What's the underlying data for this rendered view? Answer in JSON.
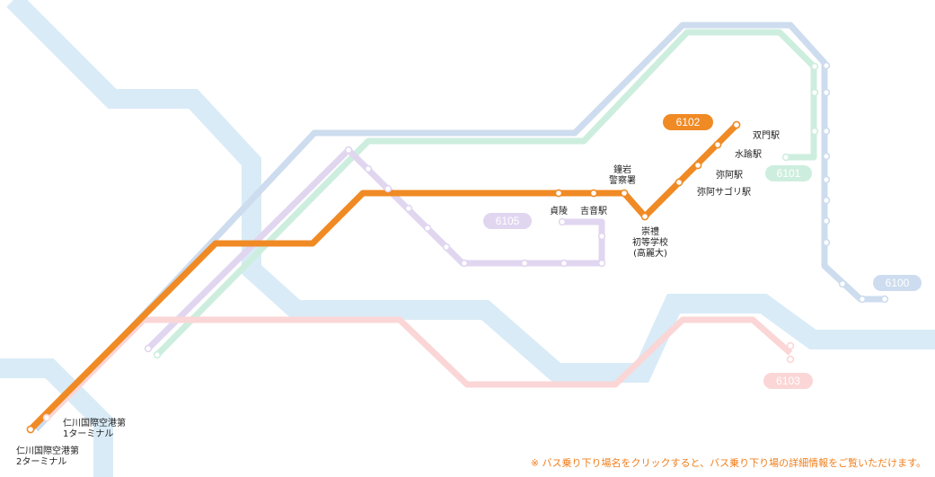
{
  "routes": {
    "r6102": {
      "number": "6102",
      "color": "#f08a24"
    },
    "r6101": {
      "number": "6101",
      "color": "#cdeede",
      "text_color": "#ffffff"
    },
    "r6105": {
      "number": "6105",
      "color": "#e1d6f0"
    },
    "r6100": {
      "number": "6100",
      "color": "#cddcee"
    },
    "r6103": {
      "number": "6103",
      "color": "#fbd6d6"
    },
    "background_color": "#d9ebf7"
  },
  "stations": {
    "incheon_t1": "仁川国際空港第\n1ターミナル",
    "incheon_t2": "仁川国際空港第\n2ターミナル",
    "jeongneung": "貞陵",
    "gireum": "吉音駅",
    "jongam": "鐘岩\n警察署",
    "sungrye": "崇禮\n初等学校\n(高麗大)",
    "mia_sageori": "弥阿サゴリ駅",
    "mia": "弥阿駅",
    "suyu": "水踰駅",
    "ssangmun": "双門駅"
  },
  "notice": "※ バス乗り下り場名をクリックすると、バス乗り下り場の詳細情報をご覧いただけます。"
}
